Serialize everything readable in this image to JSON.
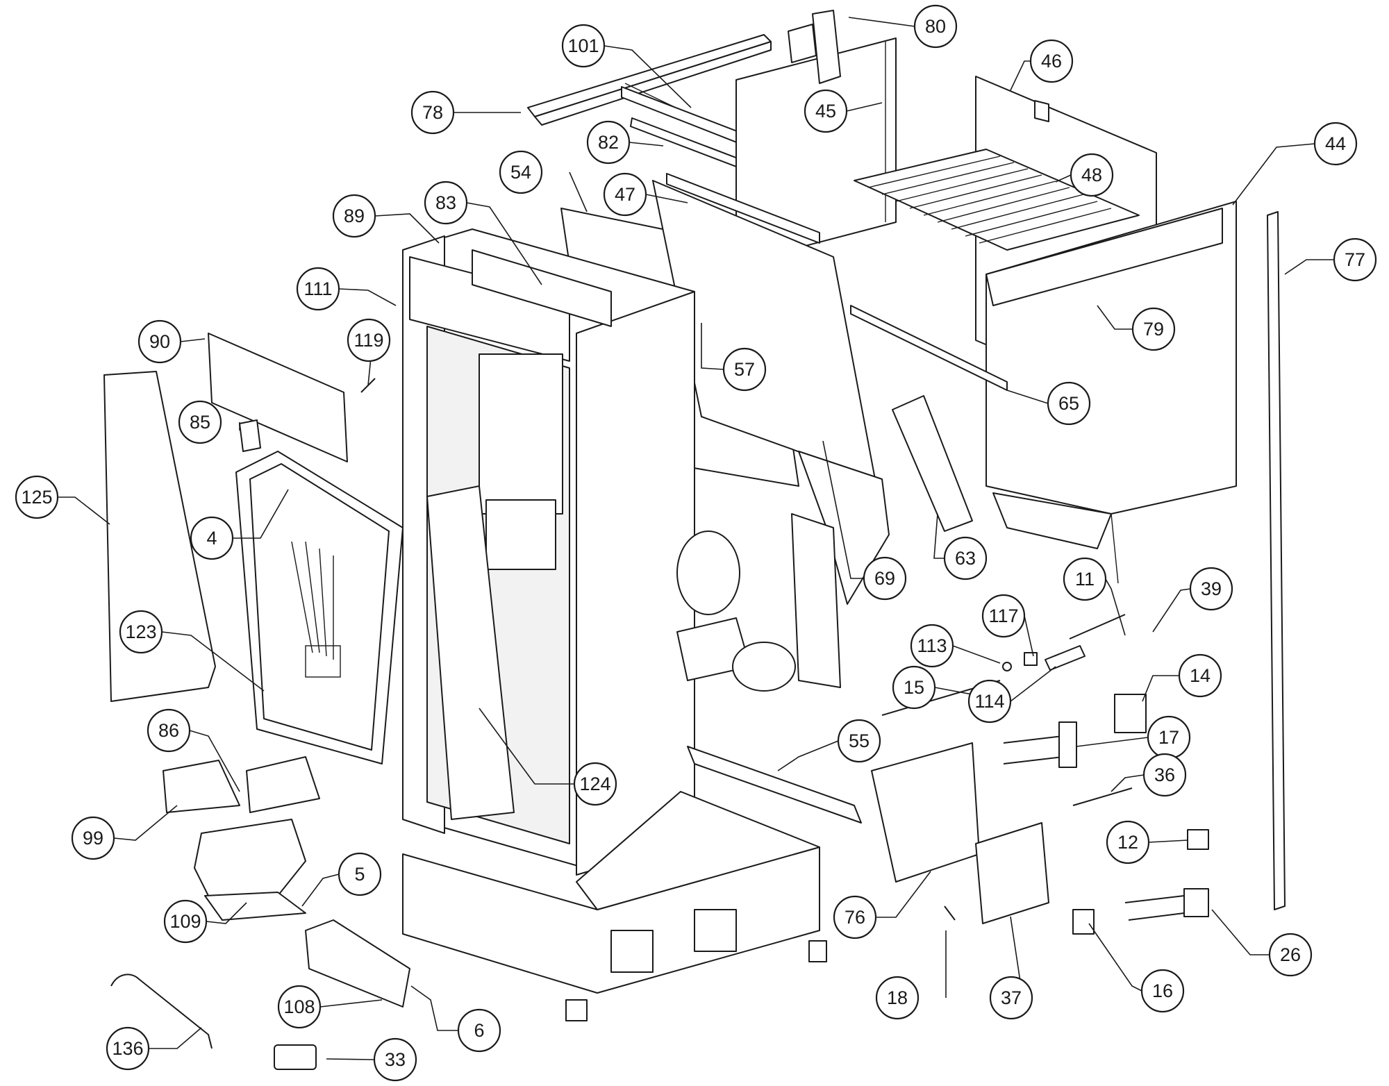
{
  "callouts": [
    {
      "id": "80"
    },
    {
      "id": "101"
    },
    {
      "id": "46"
    },
    {
      "id": "78"
    },
    {
      "id": "45"
    },
    {
      "id": "82"
    },
    {
      "id": "44"
    },
    {
      "id": "54"
    },
    {
      "id": "47"
    },
    {
      "id": "48"
    },
    {
      "id": "89"
    },
    {
      "id": "83"
    },
    {
      "id": "77"
    },
    {
      "id": "111"
    },
    {
      "id": "79"
    },
    {
      "id": "90"
    },
    {
      "id": "119"
    },
    {
      "id": "57"
    },
    {
      "id": "85"
    },
    {
      "id": "65"
    },
    {
      "id": "125"
    },
    {
      "id": "4"
    },
    {
      "id": "63"
    },
    {
      "id": "69"
    },
    {
      "id": "11"
    },
    {
      "id": "39"
    },
    {
      "id": "117"
    },
    {
      "id": "123"
    },
    {
      "id": "113"
    },
    {
      "id": "15"
    },
    {
      "id": "114"
    },
    {
      "id": "14"
    },
    {
      "id": "17"
    },
    {
      "id": "55"
    },
    {
      "id": "86"
    },
    {
      "id": "36"
    },
    {
      "id": "124"
    },
    {
      "id": "99"
    },
    {
      "id": "12"
    },
    {
      "id": "5"
    },
    {
      "id": "76"
    },
    {
      "id": "109"
    },
    {
      "id": "26"
    },
    {
      "id": "108"
    },
    {
      "id": "18"
    },
    {
      "id": "37"
    },
    {
      "id": "16"
    },
    {
      "id": "6"
    },
    {
      "id": "136"
    },
    {
      "id": "33"
    }
  ],
  "colors": {
    "ink": "#1a1a1a",
    "paper": "#ffffff"
  }
}
